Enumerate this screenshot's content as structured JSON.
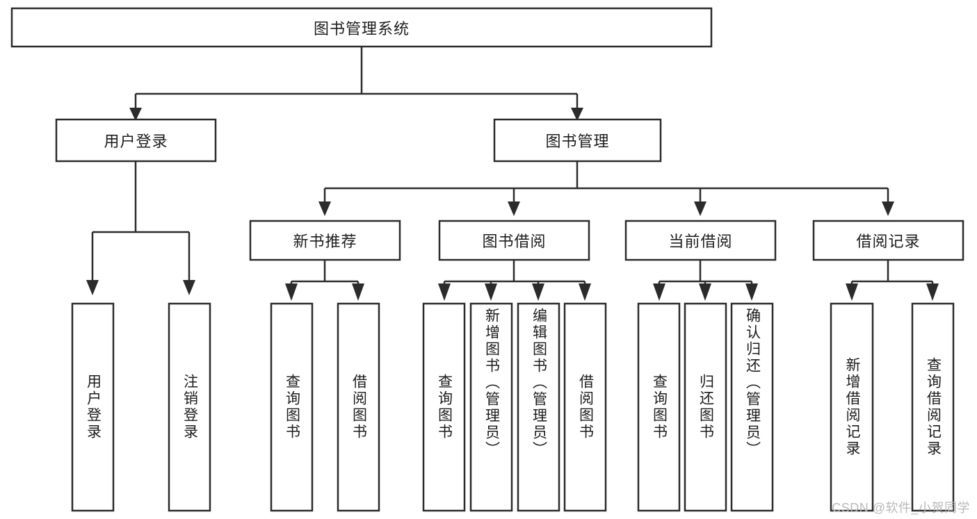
{
  "diagram": {
    "type": "tree-hierarchy-chart",
    "title": "图书管理系统",
    "background_color": "#ffffff",
    "line_color": "#2b2b2b",
    "text_color": "#1c1c1c",
    "levels": 4,
    "root": {
      "label": "图书管理系统",
      "orientation": "horizontal"
    },
    "level2": [
      {
        "label": "用户登录",
        "orientation": "horizontal"
      },
      {
        "label": "图书管理",
        "orientation": "horizontal"
      }
    ],
    "level3": [
      {
        "label": "新书推荐",
        "orientation": "horizontal"
      },
      {
        "label": "图书借阅",
        "orientation": "horizontal"
      },
      {
        "label": "当前借阅",
        "orientation": "horizontal"
      },
      {
        "label": "借阅记录",
        "orientation": "horizontal"
      }
    ],
    "leaves": {
      "user_login": [
        {
          "label": "用户登录",
          "orientation": "vertical"
        },
        {
          "label": "注销登录",
          "orientation": "vertical"
        }
      ],
      "new_book_recommend": [
        {
          "label": "查询图书",
          "orientation": "vertical"
        },
        {
          "label": "借阅图书",
          "orientation": "vertical"
        }
      ],
      "book_borrow": [
        {
          "label": "查询图书",
          "orientation": "vertical"
        },
        {
          "label": "新增图书（管理员）",
          "orientation": "vertical"
        },
        {
          "label": "编辑图书（管理员）",
          "orientation": "vertical"
        },
        {
          "label": "借阅图书",
          "orientation": "vertical"
        }
      ],
      "current_borrow": [
        {
          "label": "查询图书",
          "orientation": "vertical"
        },
        {
          "label": "归还图书",
          "orientation": "vertical"
        },
        {
          "label": "确认归还（管理员）",
          "orientation": "vertical"
        }
      ],
      "borrow_record": [
        {
          "label": "新增借阅记录",
          "orientation": "vertical"
        },
        {
          "label": "查询借阅记录",
          "orientation": "vertical"
        }
      ]
    }
  },
  "watermark": {
    "text": "CSDN @软件_小贺同学"
  }
}
